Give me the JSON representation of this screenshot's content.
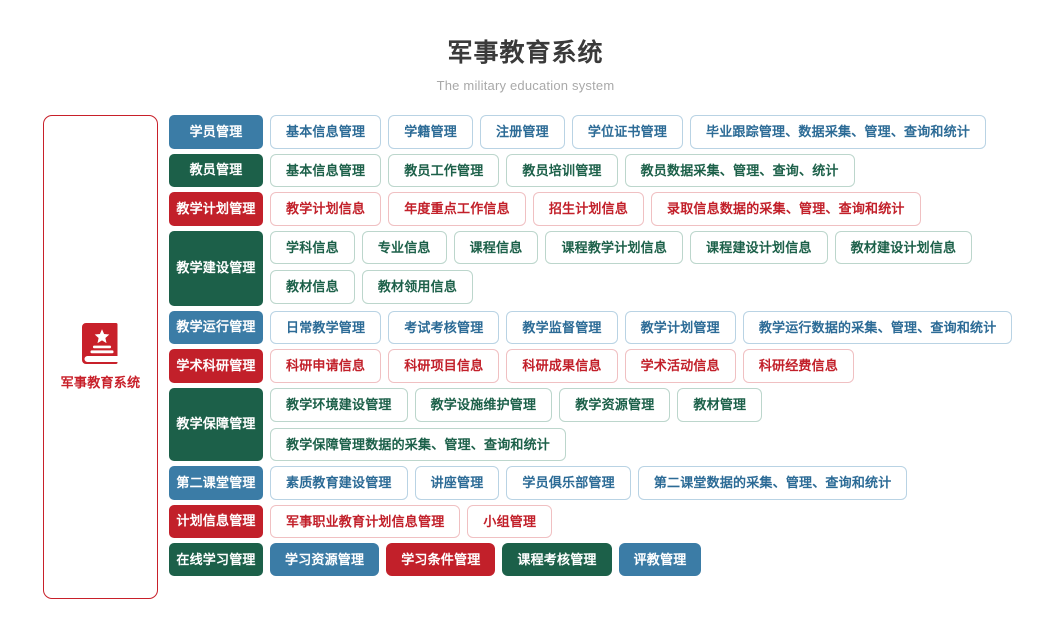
{
  "header": {
    "title": "军事教育系统",
    "subtitle": "The military education system"
  },
  "sidebar": {
    "icon": "book-star-icon",
    "label": "军事教育系统",
    "border_color": "#c8202a",
    "text_color": "#c8202a"
  },
  "palette": {
    "blue": "#3b7ca6",
    "green": "#1c6049",
    "red": "#c2202a",
    "blue_border": "#b9d3e4",
    "green_border": "#bcd6cc",
    "red_border": "#f0c0c2",
    "title_color": "#3a3a3a",
    "subtitle_color": "#a9a9a9"
  },
  "rows": [
    {
      "category": "学员管理",
      "color": "blue",
      "items": [
        "基本信息管理",
        "学籍管理",
        "注册管理",
        "学位证书管理",
        "毕业跟踪管理、数据采集、管理、查询和统计"
      ]
    },
    {
      "category": "教员管理",
      "color": "green",
      "items": [
        "基本信息管理",
        "教员工作管理",
        "教员培训管理",
        "教员数据采集、管理、查询、统计"
      ]
    },
    {
      "category": "教学计划管理",
      "color": "red",
      "items": [
        "教学计划信息",
        "年度重点工作信息",
        "招生计划信息",
        "录取信息数据的采集、管理、查询和统计"
      ]
    },
    {
      "category": "教学建设管理",
      "color": "green",
      "tall": true,
      "items": [
        "学科信息",
        "专业信息",
        "课程信息",
        "课程教学计划信息",
        "课程建设计划信息",
        "教材建设计划信息",
        "教材信息",
        "教材领用信息"
      ]
    },
    {
      "category": "教学运行管理",
      "color": "blue",
      "items": [
        "日常教学管理",
        "考试考核管理",
        "教学监督管理",
        "教学计划管理",
        "教学运行数据的采集、管理、查询和统计"
      ]
    },
    {
      "category": "学术科研管理",
      "color": "red",
      "items": [
        "科研申请信息",
        "科研项目信息",
        "科研成果信息",
        "学术活动信息",
        "科研经费信息"
      ]
    },
    {
      "category": "教学保障管理",
      "color": "green",
      "items": [
        "教学环境建设管理",
        "教学设施维护管理",
        "教学资源管理",
        "教材管理",
        "教学保障管理数据的采集、管理、查询和统计"
      ]
    },
    {
      "category": "第二课堂管理",
      "color": "blue",
      "items": [
        "素质教育建设管理",
        "讲座管理",
        "学员俱乐部管理",
        "第二课堂数据的采集、管理、查询和统计"
      ]
    },
    {
      "category": "计划信息管理",
      "color": "red",
      "items": [
        "军事职业教育计划信息管理",
        "小组管理"
      ]
    },
    {
      "category": "在线学习管理",
      "color": "green",
      "filled_items": true,
      "items": [
        {
          "label": "学习资源管理",
          "color": "blue"
        },
        {
          "label": "学习条件管理",
          "color": "red"
        },
        {
          "label": "课程考核管理",
          "color": "green"
        },
        {
          "label": "评教管理",
          "color": "blue"
        }
      ]
    }
  ]
}
